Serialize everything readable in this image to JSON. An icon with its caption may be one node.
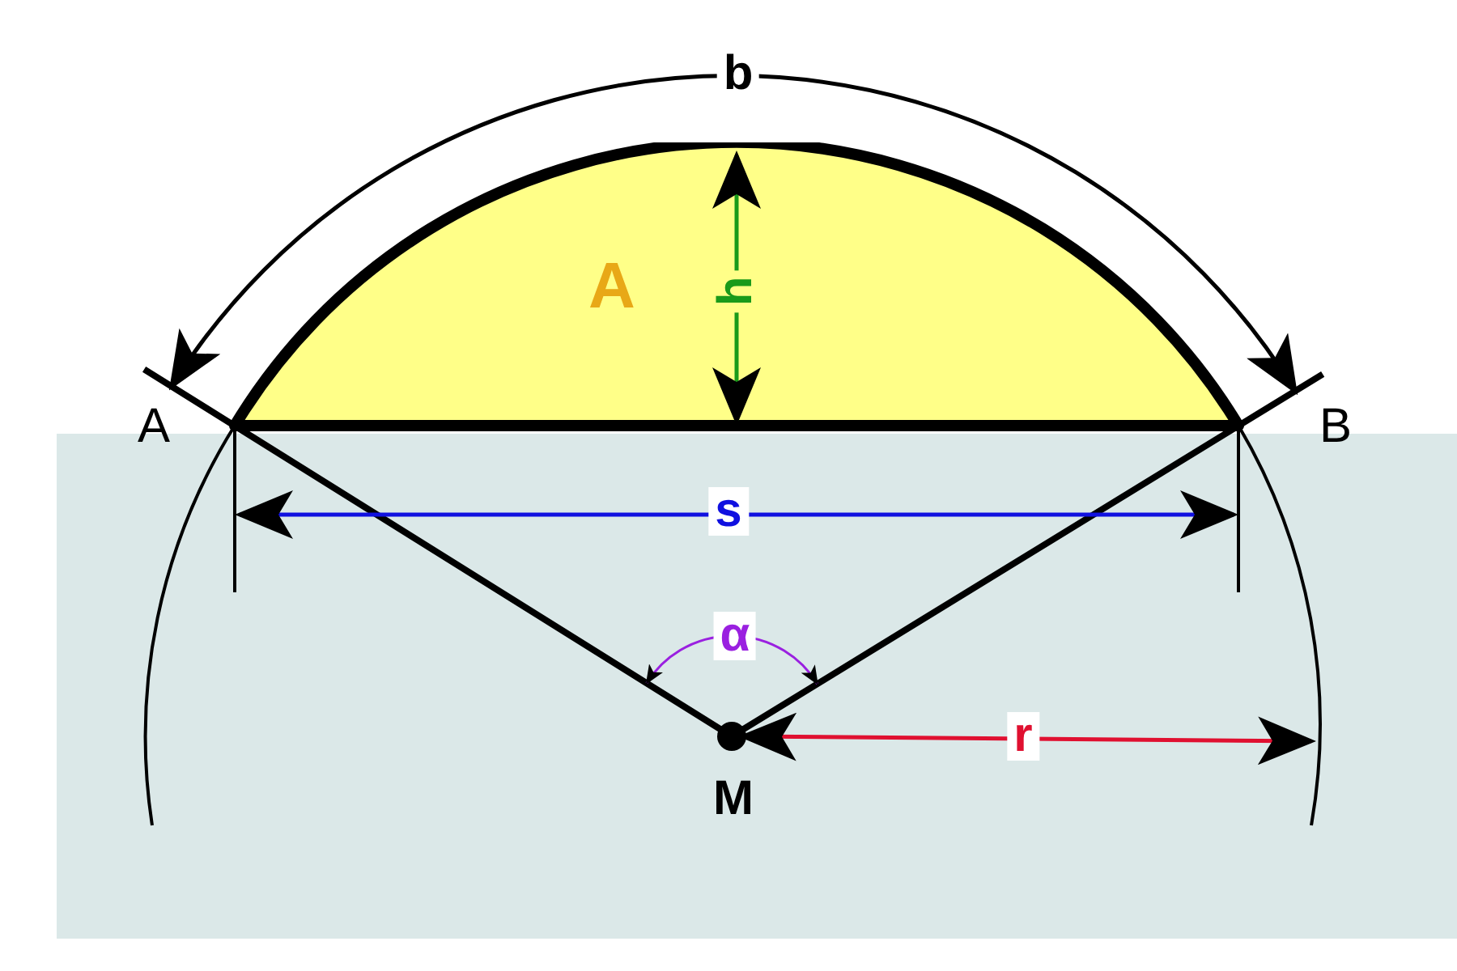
{
  "diagram": {
    "nodes": [
      {
        "text": [
          "A"
        ]
      }
    ],
    "labels": [
      "b",
      "h",
      "A",
      "B",
      "s",
      "α",
      "r",
      "M"
    ]
  }
}
